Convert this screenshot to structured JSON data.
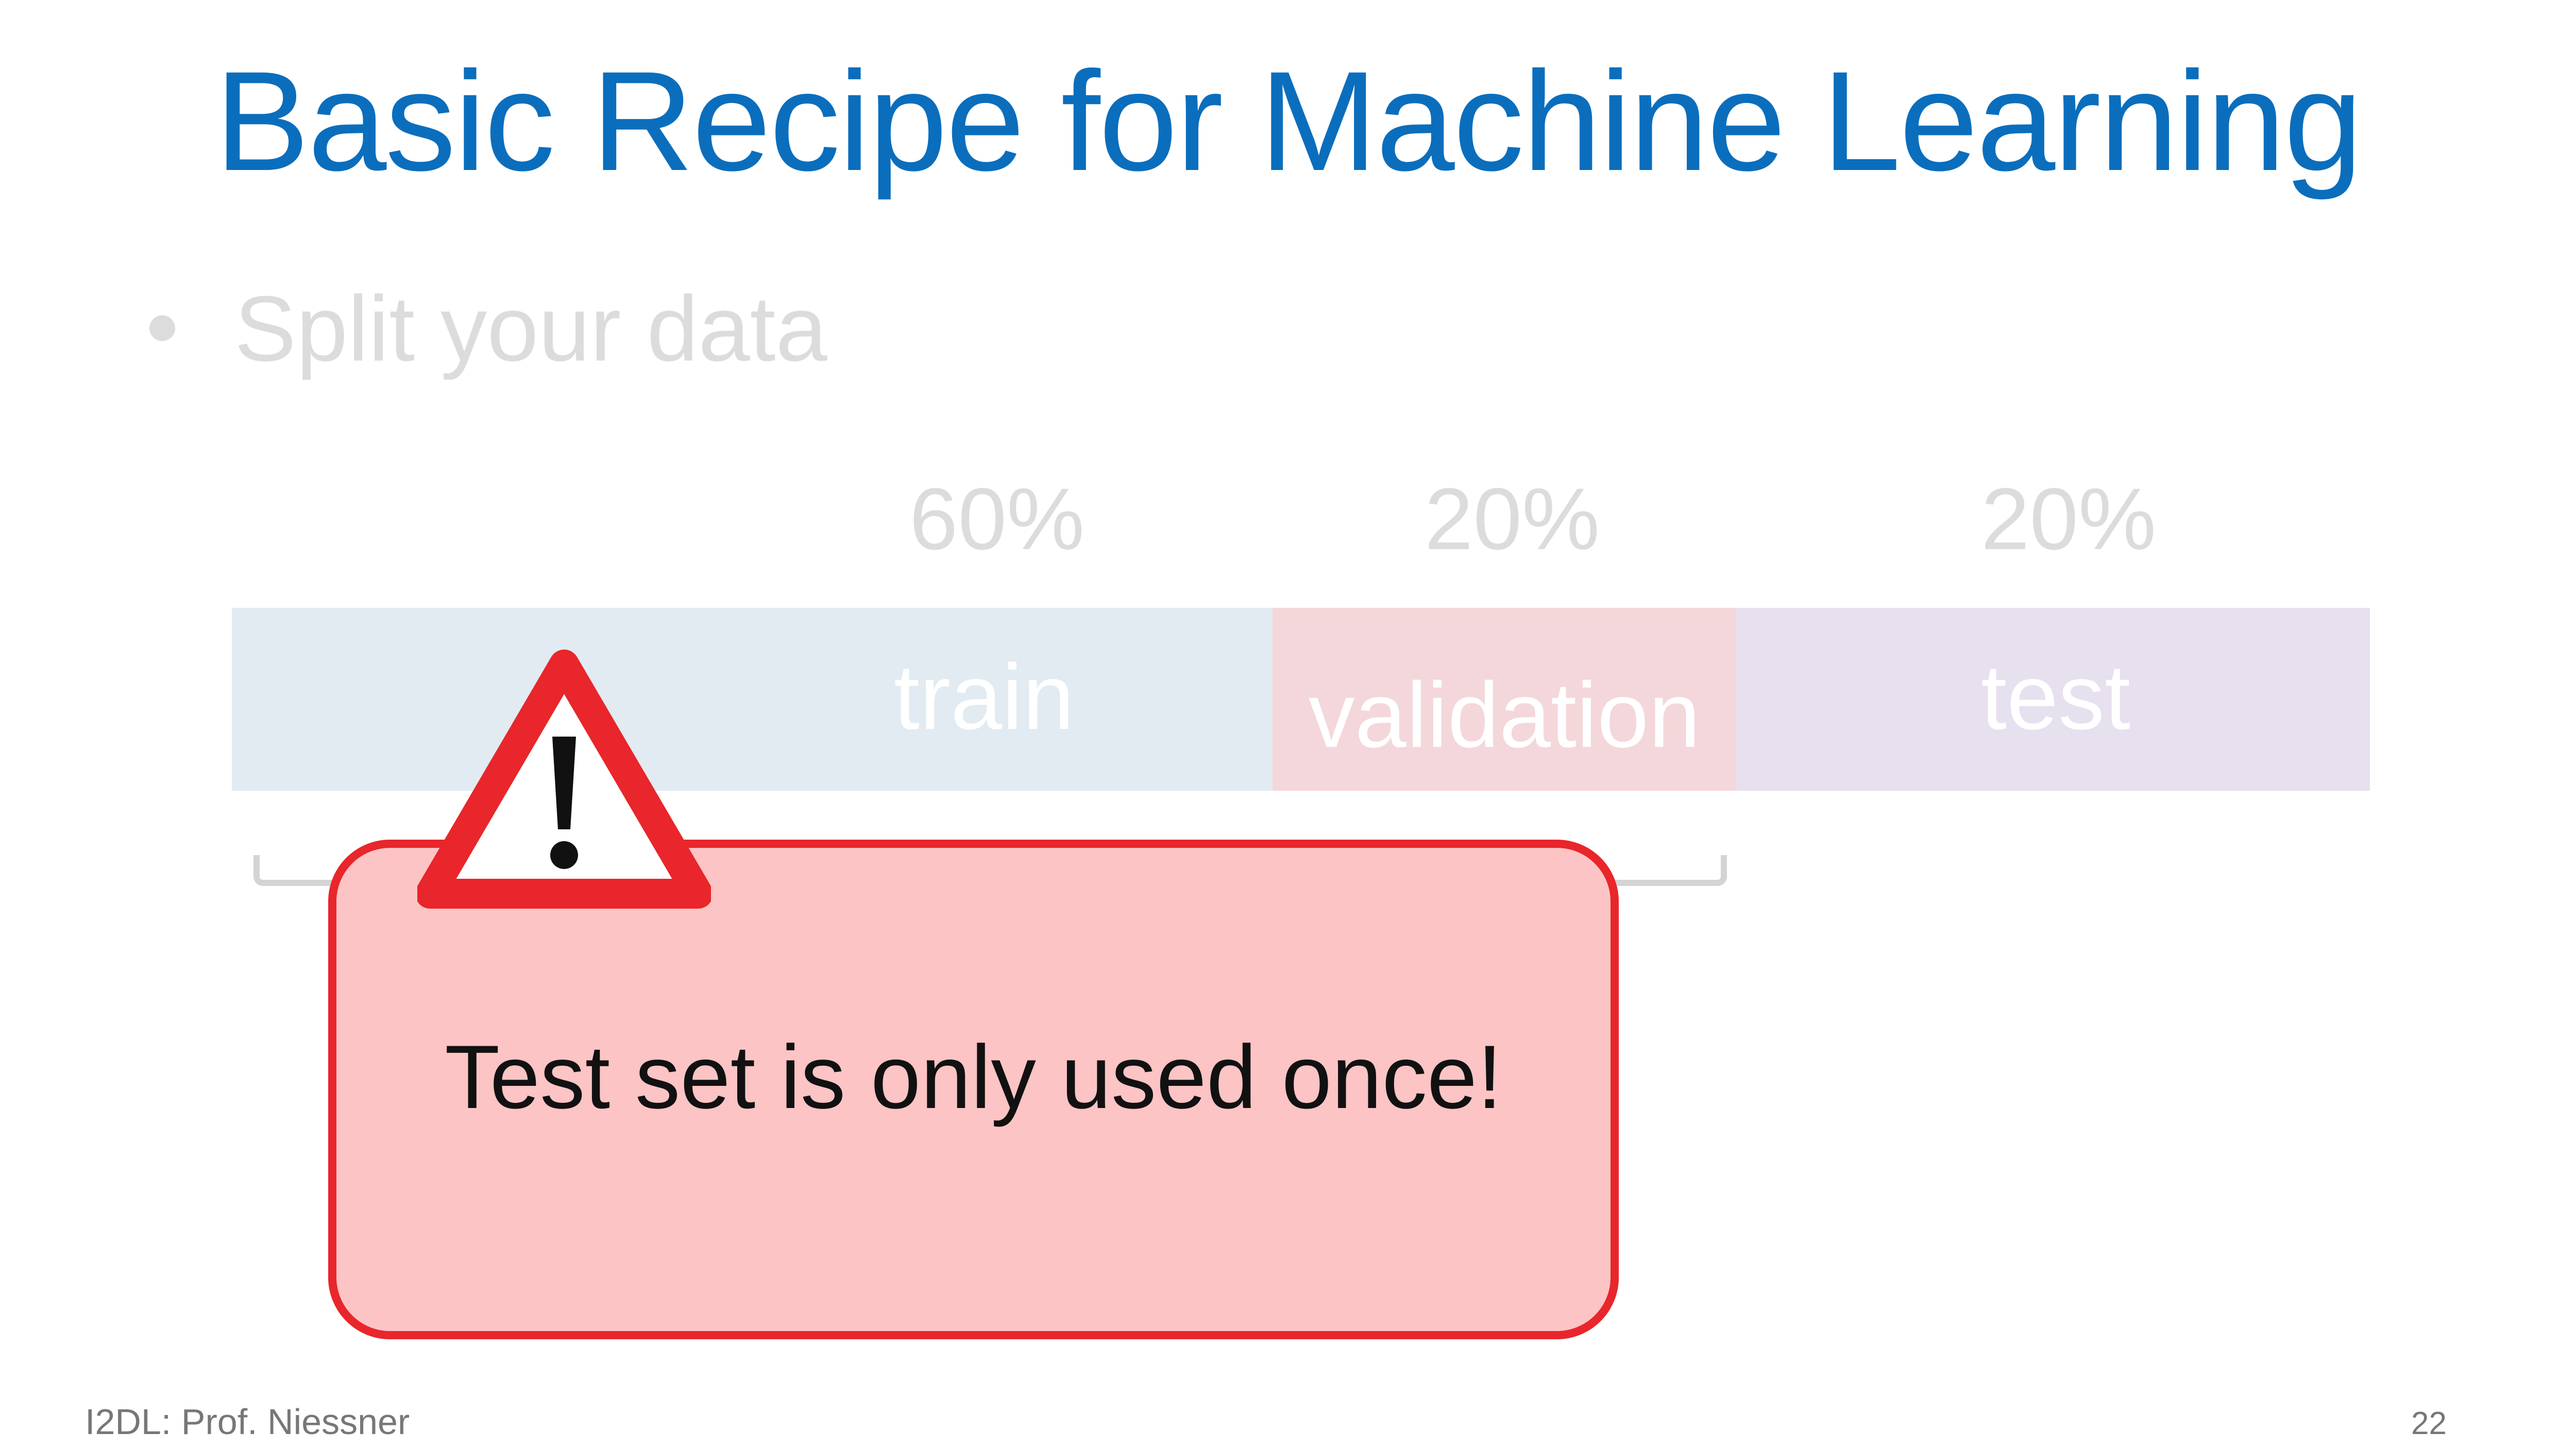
{
  "slide": {
    "title": "Basic Recipe for Machine Learning",
    "bullet": "Split your data",
    "split": {
      "train": {
        "percent": "60%",
        "label": "train"
      },
      "validation": {
        "percent": "20%",
        "label": "validation"
      },
      "test": {
        "percent": "20%",
        "label": "test"
      }
    },
    "callout": {
      "text": "Test set is only used once!",
      "icon": "warning-triangle-icon"
    },
    "footer": {
      "course": "I2DL: Prof. Niessner",
      "page_number": "22"
    }
  },
  "colors": {
    "title": "#0a6ebd",
    "train_segment": "#e1ebf1",
    "validation_segment": "#f4d7da",
    "test_segment": "#e7e0ef",
    "callout_fill": "#fcc4c4",
    "callout_border": "#e8262b",
    "warning_red": "#e8262b"
  }
}
